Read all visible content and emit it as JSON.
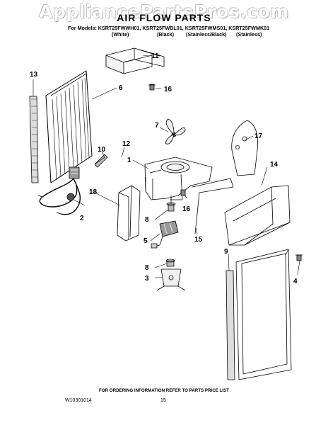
{
  "watermark": "AppliancePartsPros.com",
  "title": "AIR FLOW PARTS",
  "models_line": "For Models: KSRT25FWWH01, KSRT25FWBL01, KSRT25FWMS01, KSRT25FWMK01",
  "variants": [
    "(White)",
    "(Black)",
    "(Stainless/Black)",
    "(Stainless)"
  ],
  "callouts": [
    "1",
    "2",
    "3",
    "4",
    "5",
    "6",
    "7",
    "8",
    "8",
    "9",
    "10",
    "11",
    "12",
    "13",
    "14",
    "15",
    "16",
    "16",
    "17",
    "18"
  ],
  "footer_note": "FOR ORDERING INFORMATION REFER TO PARTS PRICE LIST",
  "doc_id": "W10301014",
  "page_number": "15"
}
